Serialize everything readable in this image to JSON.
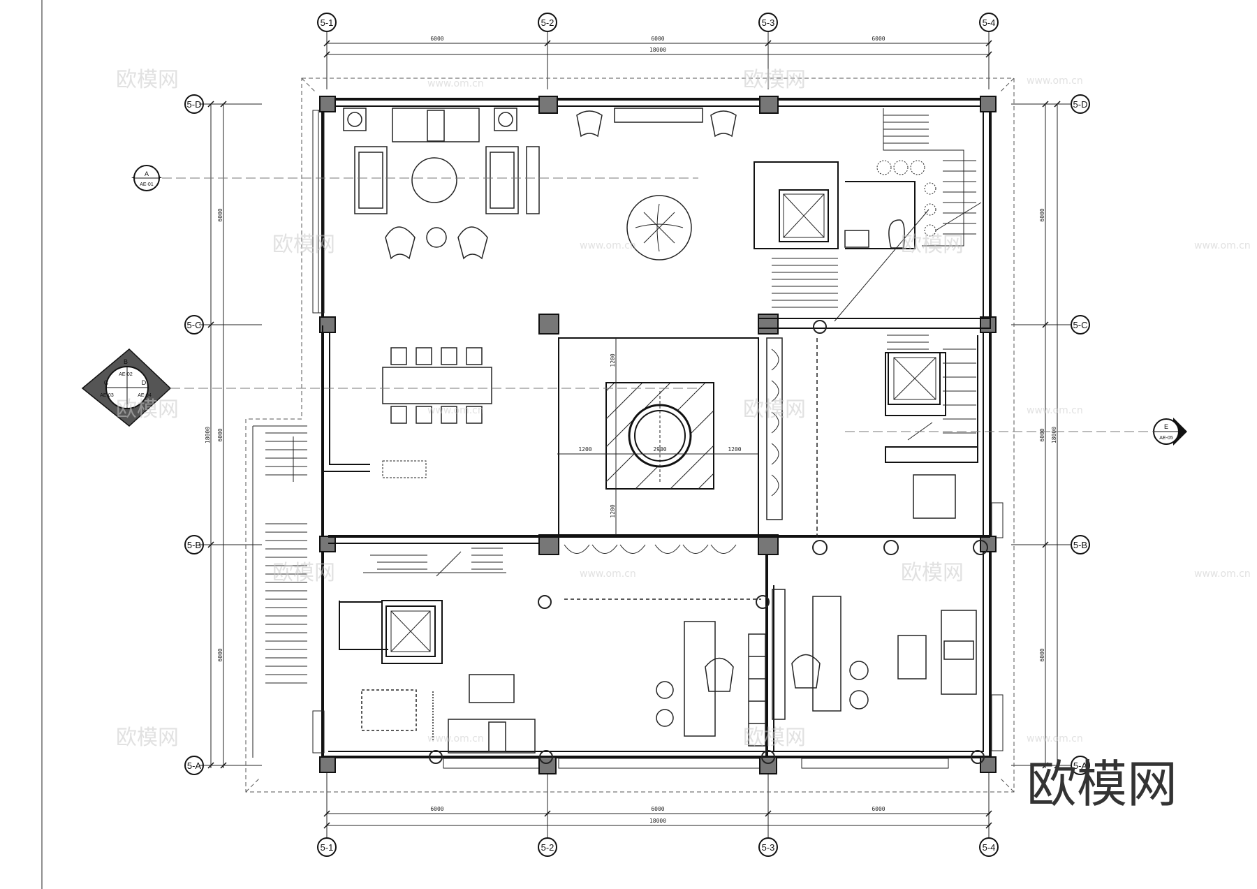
{
  "brand_mark": "欧模网",
  "watermark": {
    "cn": "欧模网",
    "url": "www.om.cn"
  },
  "grid": {
    "top": [
      "5-1",
      "5-2",
      "5-3",
      "5-4"
    ],
    "bottom": [
      "5-1",
      "5-2",
      "5-3",
      "5-4"
    ],
    "left": [
      "5-D",
      "5-C",
      "5-B",
      "5-A"
    ],
    "right": [
      "5-D",
      "5-C",
      "5-B",
      "5-A"
    ]
  },
  "dimensions": {
    "bay": "6000",
    "overall": "18000",
    "atrium_side": "1200",
    "atrium_center": "2900"
  },
  "section_markers": {
    "a": {
      "letter": "A",
      "ref": "AE-01"
    },
    "b": {
      "letter": "B",
      "ref": "AE-02"
    },
    "c": {
      "letter": "C",
      "ref": "AE-03"
    },
    "d": {
      "letter": "D",
      "ref": "AE-04"
    },
    "e": {
      "letter": "E",
      "ref": "AE-05"
    }
  }
}
